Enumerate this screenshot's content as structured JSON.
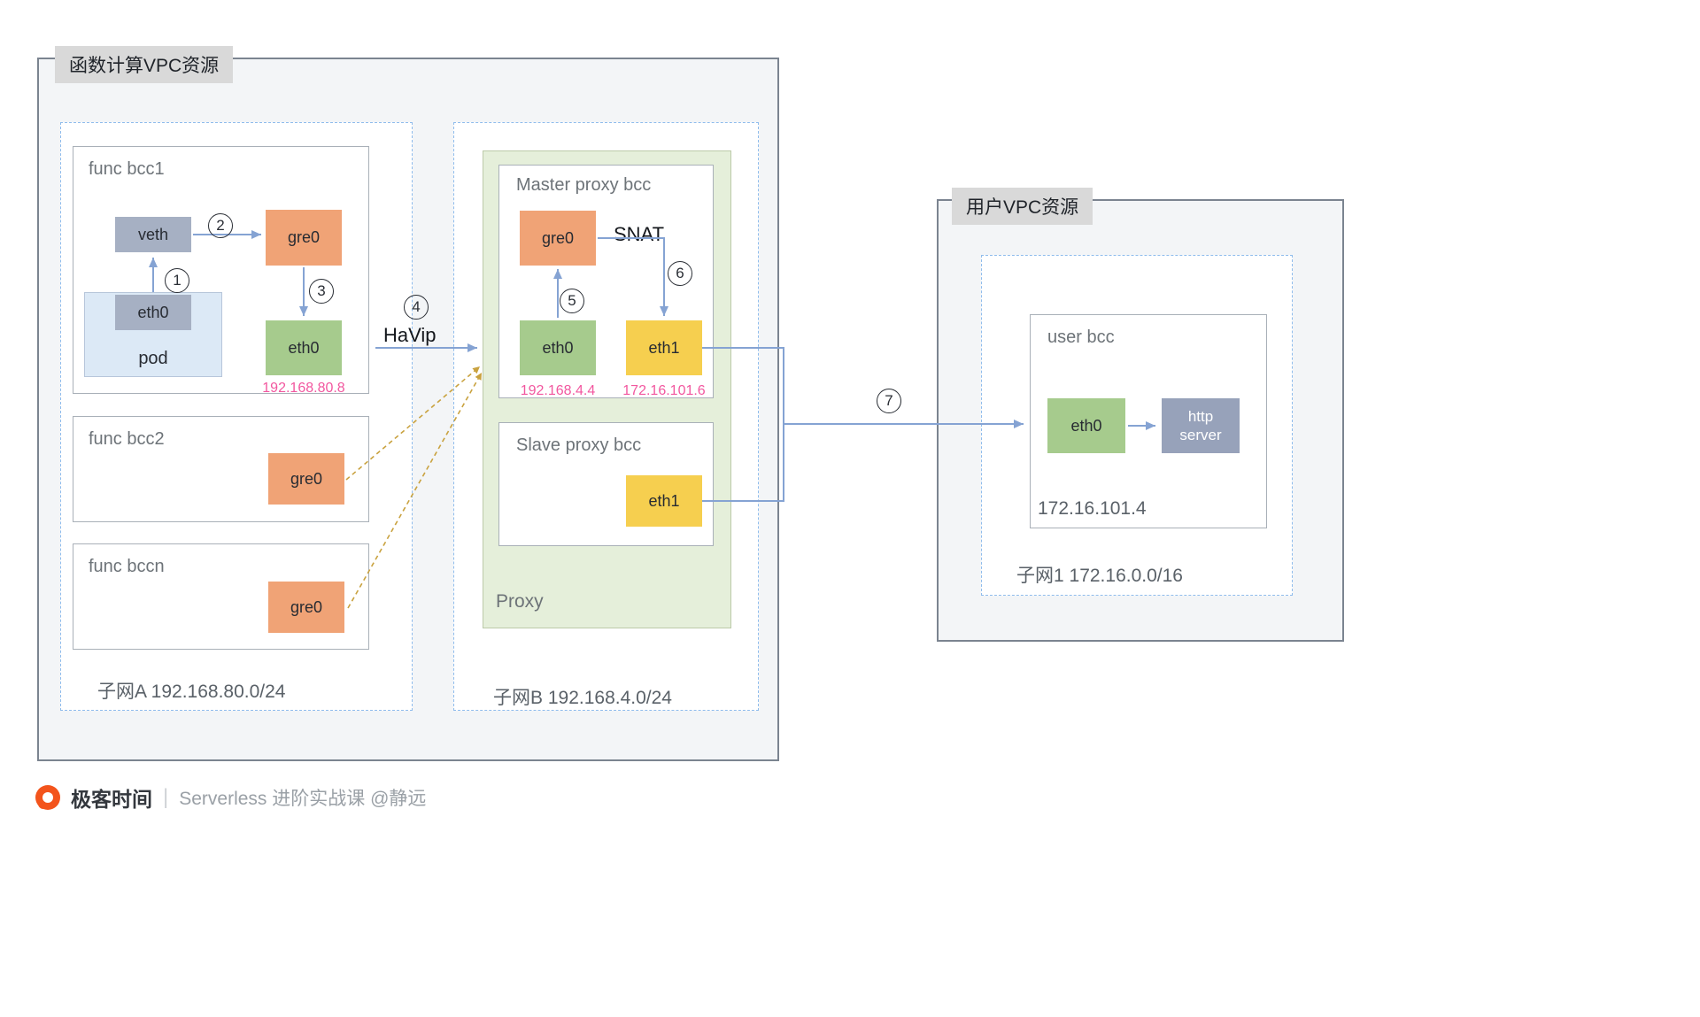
{
  "left_vpc": {
    "title": "函数计算VPC资源",
    "subnet_a": {
      "label": "子网A 192.168.80.0/24",
      "func_bcc1": {
        "title": "func bcc1",
        "veth_label": "veth",
        "gre0_label": "gre0",
        "pod_label": "pod",
        "pod_eth0_label": "eth0",
        "eth0_label": "eth0",
        "eth0_ip": "192.168.80.8"
      },
      "func_bcc2": {
        "title": "func bcc2",
        "gre0_label": "gre0"
      },
      "func_bccn": {
        "title": "func bccn",
        "gre0_label": "gre0"
      }
    },
    "subnet_b": {
      "label": "子网B 192.168.4.0/24",
      "proxy": {
        "label": "Proxy",
        "master": {
          "title": "Master proxy bcc",
          "gre0_label": "gre0",
          "snat_label": "SNAT",
          "eth0_label": "eth0",
          "eth0_ip": "192.168.4.4",
          "eth1_label": "eth1",
          "eth1_ip": "172.16.101.6"
        },
        "slave": {
          "title": "Slave proxy bcc",
          "eth1_label": "eth1"
        }
      }
    }
  },
  "right_vpc": {
    "title": "用户VPC资源",
    "subnet1": {
      "label": "子网1 172.16.0.0/16",
      "user_bcc": {
        "title": "user bcc",
        "eth0_label": "eth0",
        "http_server_label": "http server",
        "ip": "172.16.101.4"
      }
    }
  },
  "flow": {
    "havip_label": "HaVip",
    "steps": {
      "s1": "1",
      "s2": "2",
      "s3": "3",
      "s4": "4",
      "s5": "5",
      "s6": "6",
      "s7": "7"
    }
  },
  "footer": {
    "brand": "极客时间",
    "divider": "|",
    "course": "Serverless 进阶实战课 @静远"
  },
  "colors": {
    "gre0_orange": "#f0a376",
    "eth0_green": "#a6cb8d",
    "eth1_yellow": "#f6cf4f",
    "gray_node": "#a6b0c3",
    "pod_bg": "#dce9f6",
    "proxy_bg": "#e5efda",
    "ip_pink": "#f2579f",
    "arrow_blue": "#85a3d3",
    "dashed_gold": "#c9a23f",
    "chip_gray": "#d9d9d9",
    "logo_orange": "#f3541c"
  }
}
